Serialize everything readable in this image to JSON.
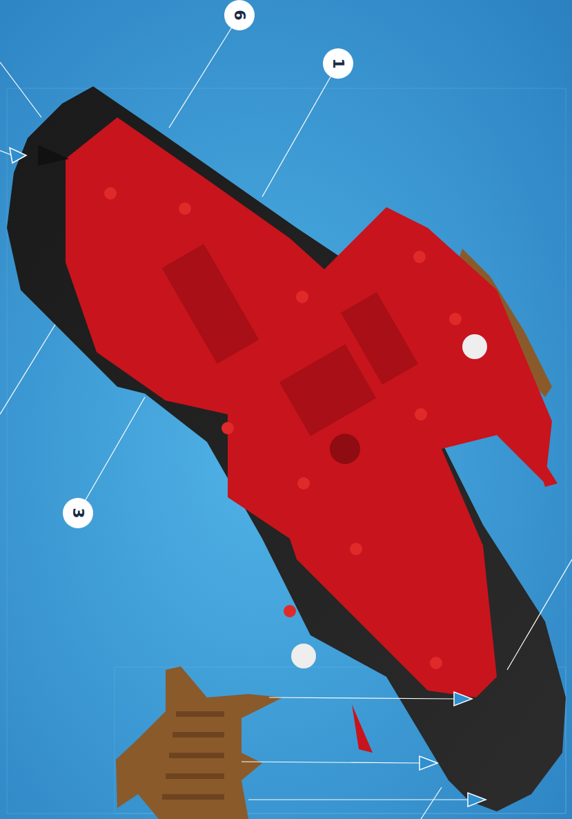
{
  "diagram": {
    "labels": [
      "6",
      "1",
      "3"
    ]
  }
}
